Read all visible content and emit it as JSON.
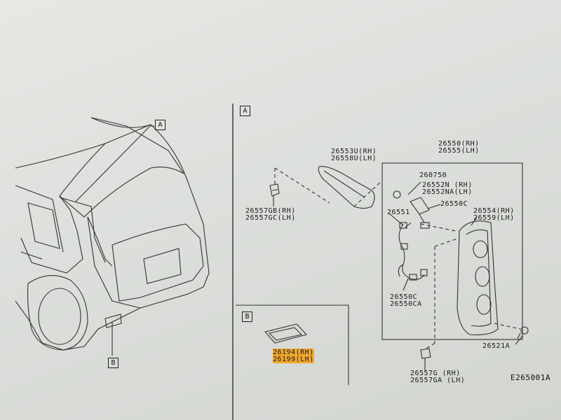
{
  "markers": {
    "a": "A",
    "b": "B"
  },
  "parts": {
    "garnish": [
      "26553U(RH)",
      "26558U(LH)"
    ],
    "clip": [
      "26557GB(RH)",
      "26557GC(LH)"
    ],
    "lamp_assembly": [
      "26550(RH)",
      "26555(LH)"
    ],
    "bulb": [
      "260750"
    ],
    "socket": [
      "26552N (RH)",
      "26552NA(LH)"
    ],
    "c_upper": [
      "26550C"
    ],
    "harness": [
      "26551"
    ],
    "lens": [
      "26554(RH)",
      "26559(LH)"
    ],
    "c_lower": [
      "26550C",
      "26550CA"
    ],
    "screw": [
      "26521A"
    ],
    "nut": [
      "26557G (RH)",
      "26557GA (LH)"
    ],
    "reflector": [
      "26194(RH)",
      "26199(LH)"
    ]
  },
  "diagram": {
    "code": "E265001A"
  },
  "colors": {
    "highlight": "#f2a72e",
    "line": "#333333"
  }
}
